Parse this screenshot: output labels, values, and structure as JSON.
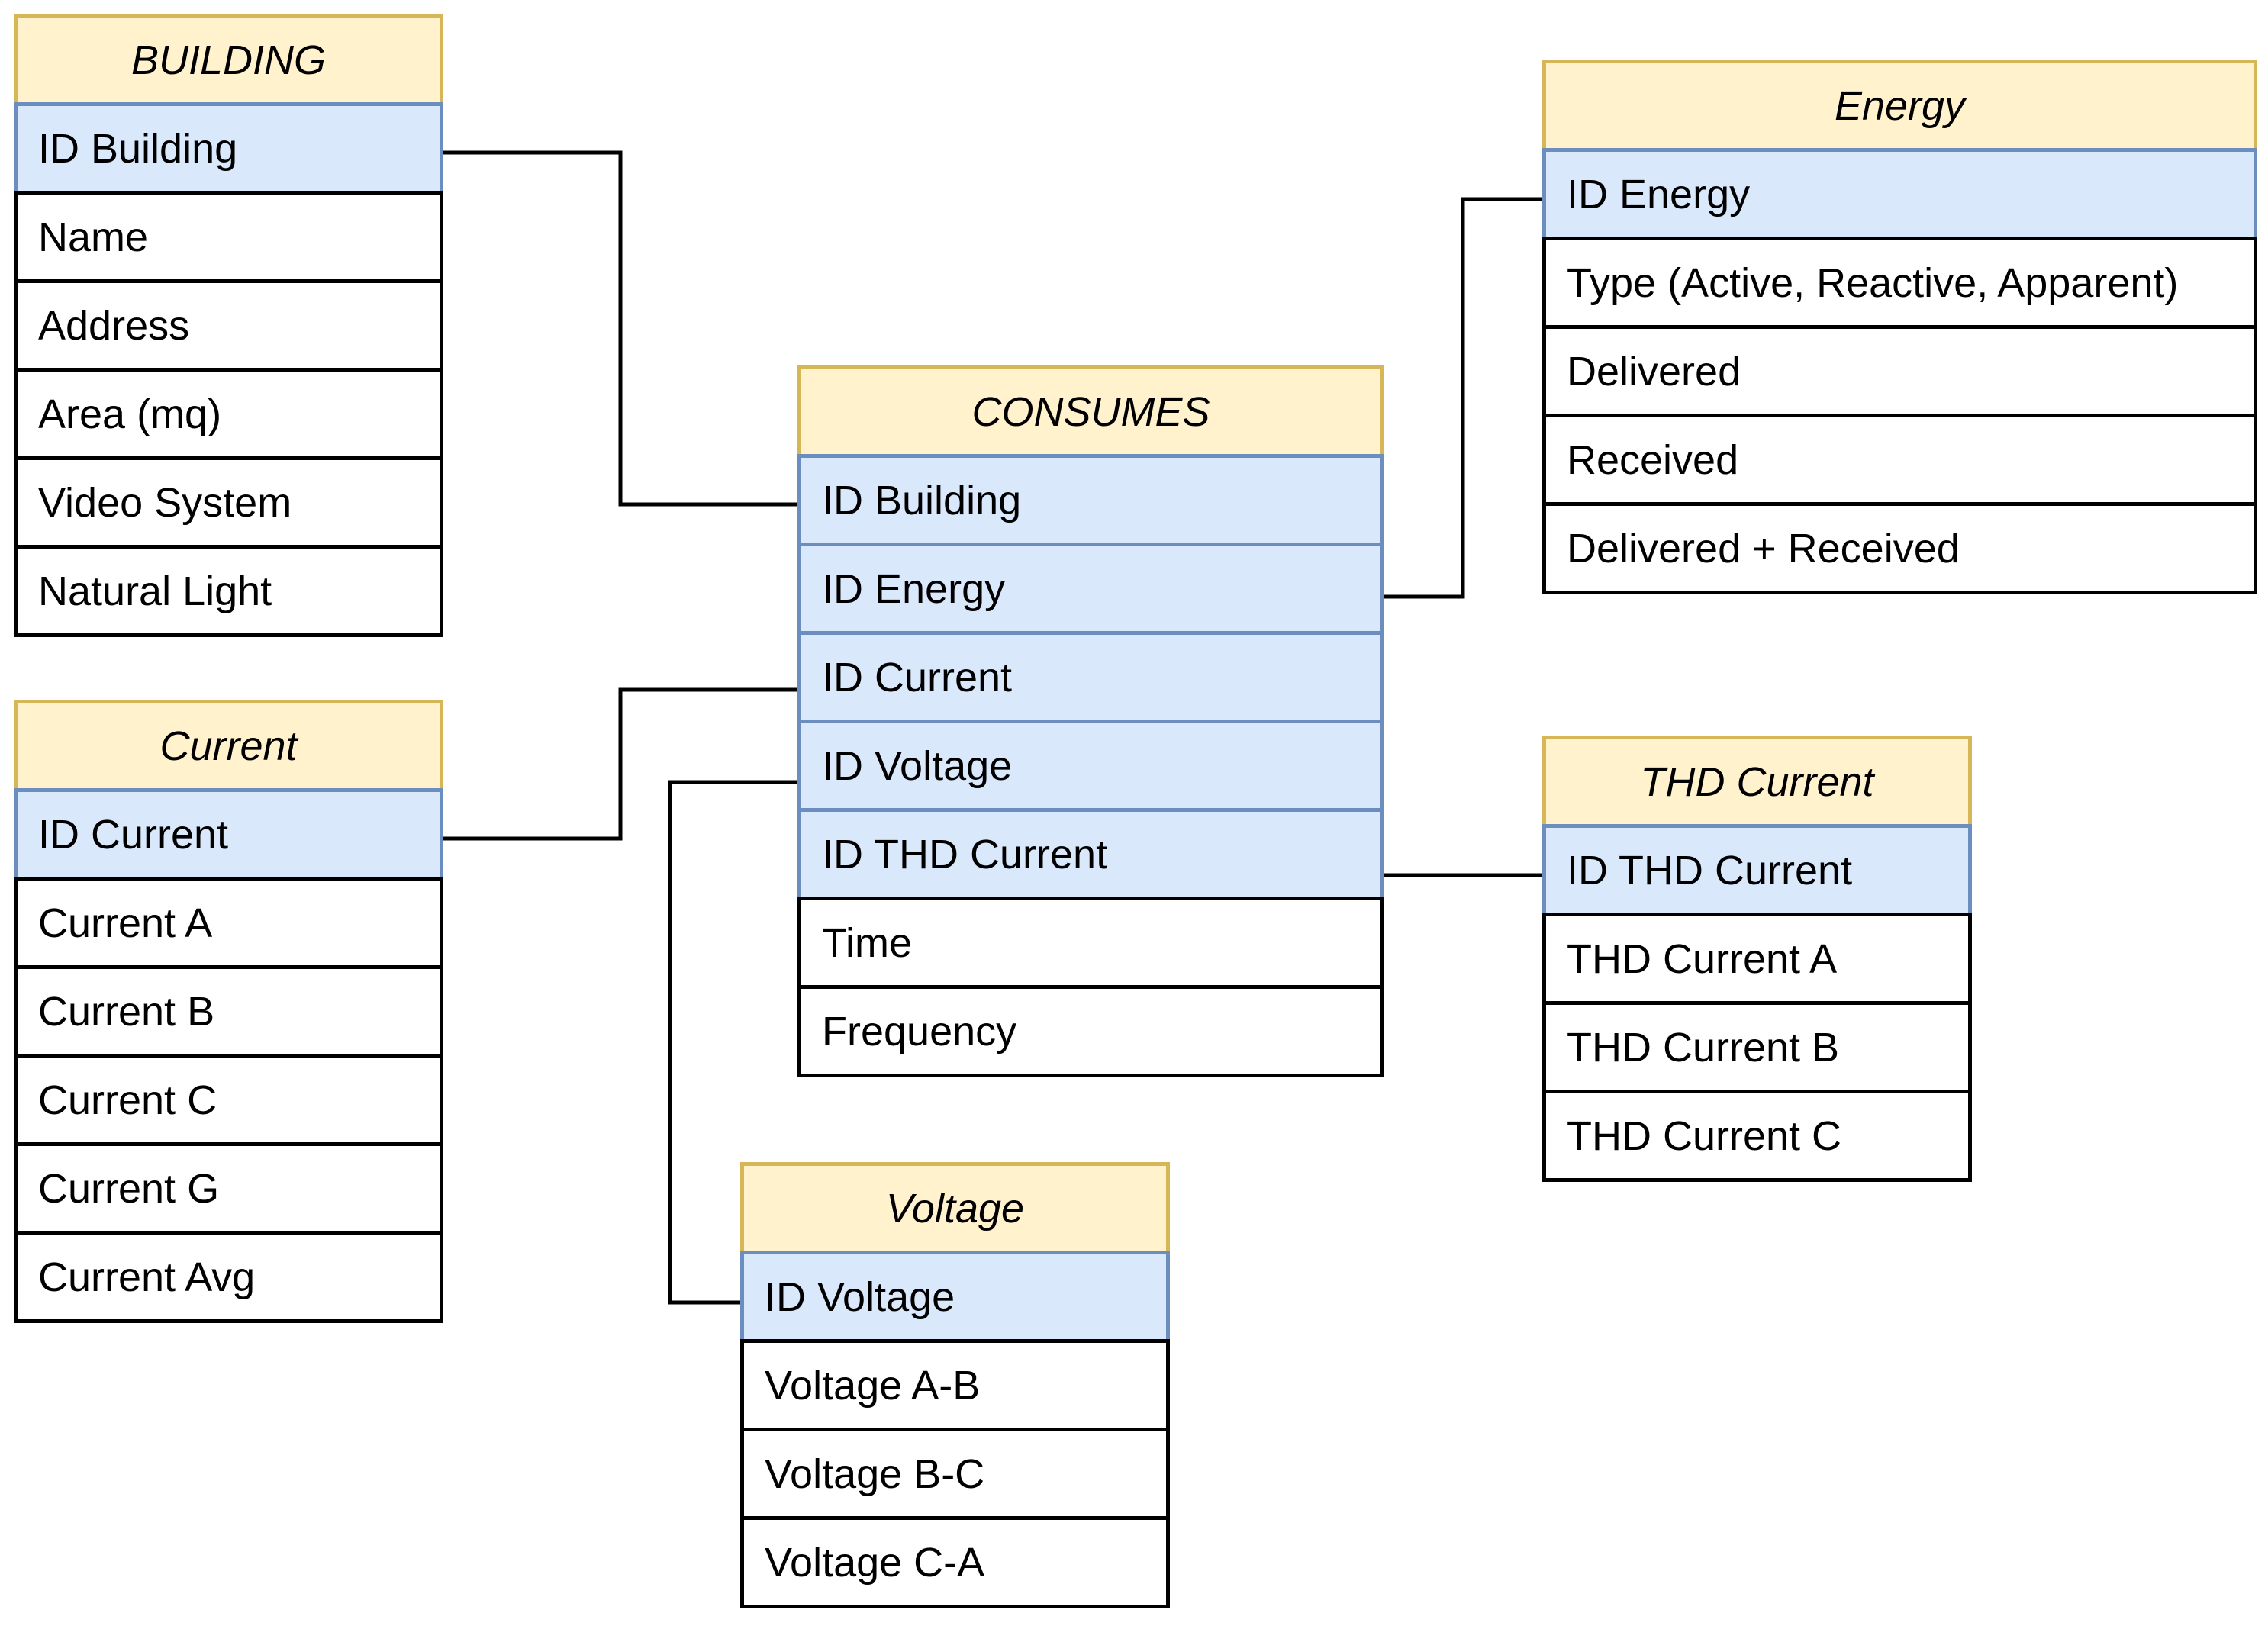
{
  "colors": {
    "header_fill": "#fff2cc",
    "header_border": "#d6b656",
    "key_fill": "#dae8fc",
    "key_border": "#6c8ebf",
    "attr_border": "#000000",
    "connector": "#000000"
  },
  "entities": {
    "building": {
      "title": "BUILDING",
      "key": "ID Building",
      "attributes": [
        "Name",
        "Address",
        "Area (mq)",
        "Video System",
        "Natural Light"
      ]
    },
    "current": {
      "title": "Current",
      "key": "ID Current",
      "attributes": [
        "Current A",
        "Current B",
        "Current C",
        "Current G",
        "Current Avg"
      ]
    },
    "consumes": {
      "title": "CONSUMES",
      "keys": [
        "ID Building",
        "ID Energy",
        "ID Current",
        "ID Voltage",
        "ID THD Current"
      ],
      "attributes": [
        "Time",
        "Frequency"
      ]
    },
    "voltage": {
      "title": "Voltage",
      "key": "ID Voltage",
      "attributes": [
        "Voltage A-B",
        "Voltage B-C",
        "Voltage C-A"
      ]
    },
    "energy": {
      "title": "Energy",
      "key": "ID Energy",
      "attributes": [
        "Type (Active, Reactive, Apparent)",
        "Delivered",
        "Received",
        "Delivered + Received"
      ]
    },
    "thd_current": {
      "title": "THD Current",
      "key": "ID THD Current",
      "attributes": [
        "THD Current A",
        "THD Current B",
        "THD Current C"
      ]
    }
  },
  "relationships": [
    {
      "from": "building.ID Building",
      "to": "consumes.ID Building"
    },
    {
      "from": "current.ID Current",
      "to": "consumes.ID Current"
    },
    {
      "from": "voltage.ID Voltage",
      "to": "consumes.ID Voltage"
    },
    {
      "from": "energy.ID Energy",
      "to": "consumes.ID Energy"
    },
    {
      "from": "thd_current.ID THD Current",
      "to": "consumes.ID THD Current"
    }
  ]
}
